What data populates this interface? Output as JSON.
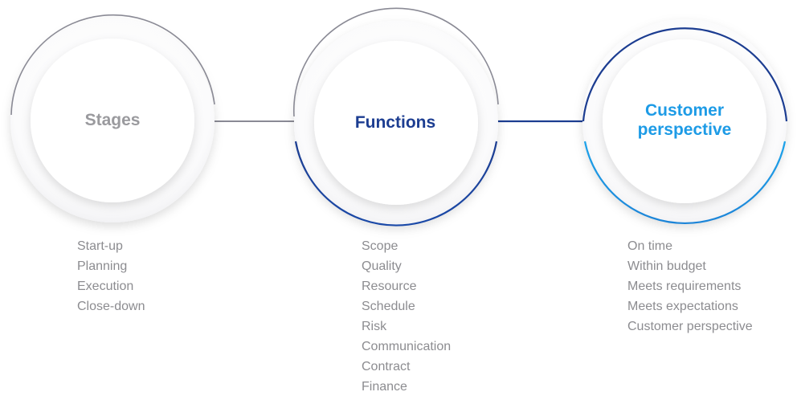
{
  "stages": {
    "title": "Stages",
    "items": [
      "Start-up",
      "Planning",
      "Execution",
      "Close-down"
    ]
  },
  "functions": {
    "title": "Functions",
    "items": [
      "Scope",
      "Quality",
      "Resource",
      "Schedule",
      "Risk",
      "Communication",
      "Contract",
      "Finance"
    ]
  },
  "customer": {
    "title_line1": "Customer",
    "title_line2": "perspective",
    "items": [
      "On time",
      "Within budget",
      "Meets requirements",
      "Meets expectations",
      "Customer perspective"
    ]
  },
  "colors": {
    "stages_title": "#9a9a9e",
    "functions_title": "#1c3d91",
    "customer_title": "#1d9be6",
    "list_text": "#8c8c90",
    "gray_ring": "#8a8a95",
    "navy_ring": "#1c3d91",
    "blue_ring": "#1d9be6"
  }
}
